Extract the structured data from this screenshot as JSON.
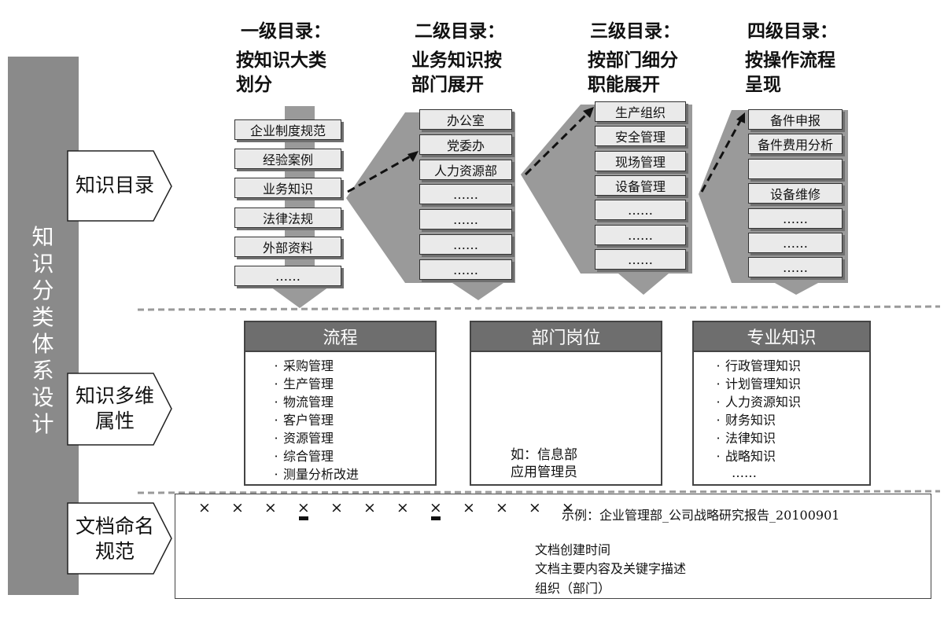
{
  "sidebar": {
    "title": "知识分类体系设计"
  },
  "sections": {
    "catalog": "知识目录",
    "attributes": "知识多维\n属性",
    "naming": "文档命名\n规范"
  },
  "levels": [
    {
      "title": "一级目录：",
      "desc": "按知识大类\n划分",
      "items": [
        "企业制度规范",
        "经验案例",
        "业务知识",
        "法律法规",
        "外部资料",
        "……"
      ]
    },
    {
      "title": "二级目录：",
      "desc": "业务知识按\n部门展开",
      "items": [
        "办公室",
        "党委办",
        "人力资源部",
        "……",
        "……",
        "……",
        "……"
      ]
    },
    {
      "title": "三级目录：",
      "desc": "按部门细分\n职能展开",
      "items": [
        "生产组织",
        "安全管理",
        "现场管理",
        "设备管理",
        "……",
        "……",
        "……"
      ]
    },
    {
      "title": "四级目录：",
      "desc": "按操作流程\n呈现",
      "items": [
        "备件申报",
        "备件费用分析",
        "",
        "设备维修",
        "……",
        "……",
        "……"
      ]
    }
  ],
  "attributes": {
    "process": {
      "title": "流程",
      "items": [
        "采购管理",
        "生产管理",
        "物流管理",
        "客户管理",
        "资源管理",
        "综合管理",
        "测量分析改进"
      ]
    },
    "department": {
      "title": "部门岗位",
      "caption": "如：信息部\n应用管理员"
    },
    "knowledge": {
      "title": "专业知识",
      "items": [
        "行政管理知识",
        "计划管理知识",
        "人力资源知识",
        "财务知识",
        "法律知识",
        "战略知识"
      ],
      "more": "……"
    }
  },
  "naming": {
    "placeholder": "× × × ×",
    "example": "示例：企业管理部_公司战略研究报告_20100901",
    "labels": [
      "文档创建时间",
      "文档主要内容及关键字描述",
      "组织（部门）"
    ]
  },
  "colors": {
    "sidebar": "#8a8a8a",
    "header_bar": "#6e6e6e",
    "item_fill": "#eaeaea",
    "arrow_fill": "#9a9a9a"
  }
}
